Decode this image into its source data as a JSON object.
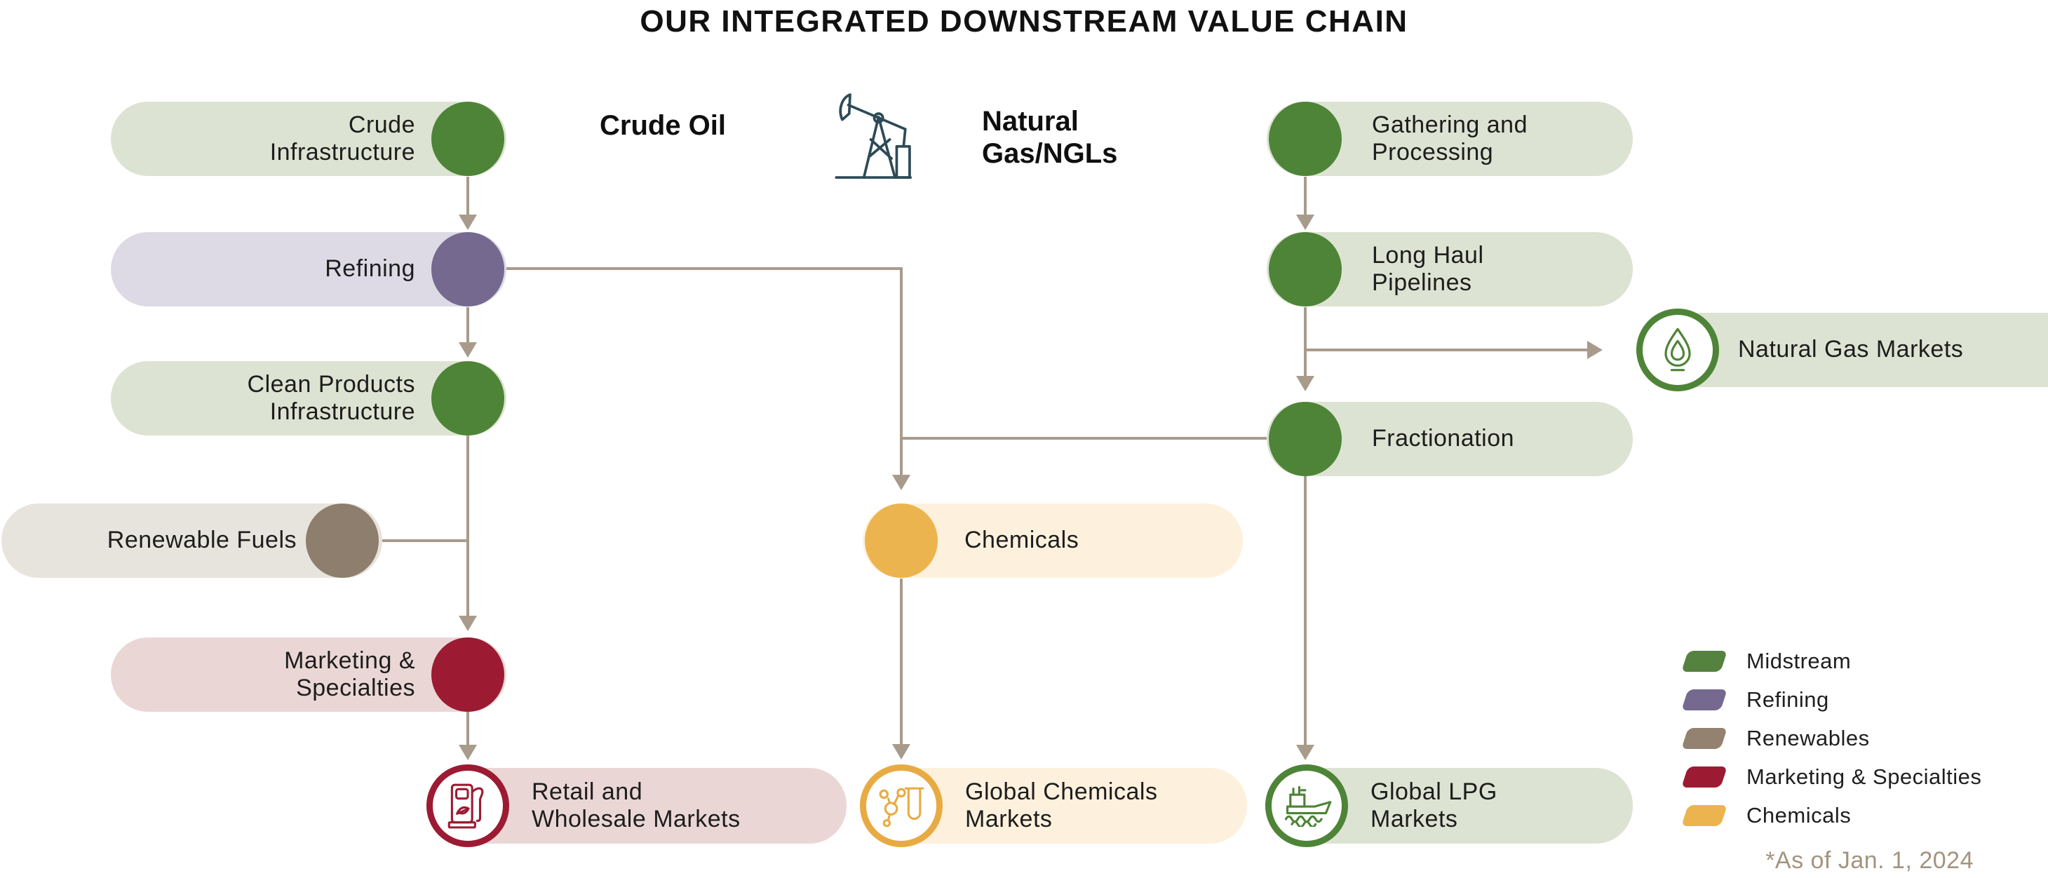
{
  "title": "OUR INTEGRATED DOWNSTREAM VALUE CHAIN",
  "feeds": {
    "crude_oil": "Crude Oil",
    "natural_gas_line1": "Natural",
    "natural_gas_line2": "Gas/NGLs"
  },
  "nodes": {
    "crude_infrastructure": {
      "line1": "Crude",
      "line2": "Infrastructure"
    },
    "refining": {
      "line1": "Refining"
    },
    "clean_products": {
      "line1": "Clean Products",
      "line2": "Infrastructure"
    },
    "renewable_fuels": {
      "line1": "Renewable Fuels"
    },
    "marketing_specialties": {
      "line1": "Marketing &",
      "line2": "Specialties"
    },
    "retail_wholesale": {
      "line1": "Retail and",
      "line2": "Wholesale Markets"
    },
    "chemicals": {
      "line1": "Chemicals"
    },
    "global_chemicals": {
      "line1": "Global Chemicals",
      "line2": "Markets"
    },
    "gathering_processing": {
      "line1": "Gathering and",
      "line2": "Processing"
    },
    "long_haul_pipelines": {
      "line1": "Long Haul",
      "line2": "Pipelines"
    },
    "natural_gas_markets": {
      "line1": "Natural Gas Markets"
    },
    "fractionation": {
      "line1": "Fractionation"
    },
    "global_lpg": {
      "line1": "Global LPG",
      "line2": "Markets"
    }
  },
  "legend": {
    "items": [
      {
        "label": "Midstream",
        "color": "#55823f"
      },
      {
        "label": "Refining",
        "color": "#76698f"
      },
      {
        "label": "Renewables",
        "color": "#92826f"
      },
      {
        "label": "Marketing & Specialties",
        "color": "#9c1b32"
      },
      {
        "label": "Chemicals",
        "color": "#ecb44e"
      }
    ]
  },
  "footnote": "*As of Jan. 1, 2024",
  "colors": {
    "midstream_green": "#4e8437",
    "refining_purple": "#76698f",
    "renewables_taupe": "#8e7e6d",
    "marketing_crimson": "#9c1b32",
    "chemicals_amber": "#ecb44e",
    "connector_taupe": "#a89b8c",
    "sage_pill": "#dde3d2",
    "lavender_pill": "#dddae6",
    "warmgray_pill": "#e7e4dd",
    "rose_pill": "#ead7d5",
    "cream_pill": "#fdf1dd",
    "pumpjack_navy": "#2d4a57"
  }
}
